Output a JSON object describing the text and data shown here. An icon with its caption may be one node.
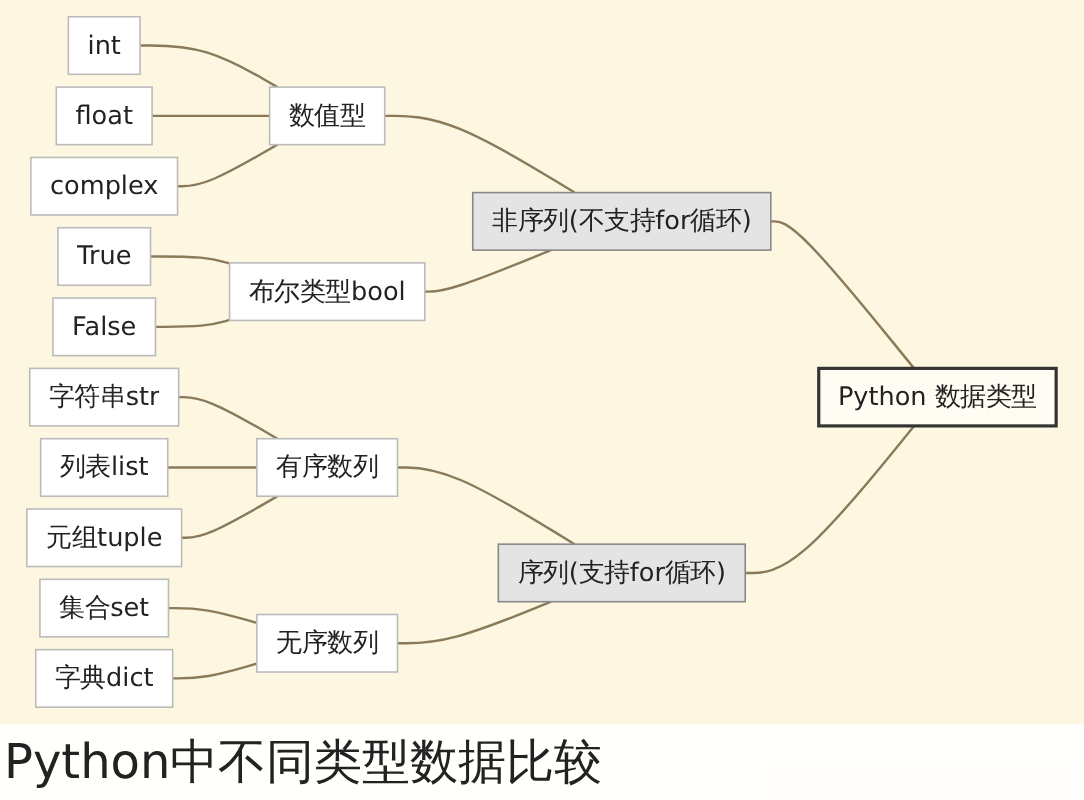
{
  "diagram": {
    "caption": "Python中不同类型数据比较",
    "nodes": [
      {
        "text": [
          "Python 数据类型"
        ]
      },
      {
        "text": [
          "非序列(不支持for循环)"
        ]
      },
      {
        "text": [
          "数值型"
        ]
      },
      {
        "text": [
          "int"
        ]
      },
      {
        "text": [
          "float"
        ]
      },
      {
        "text": [
          "complex"
        ]
      },
      {
        "text": [
          "布尔类型bool"
        ]
      },
      {
        "text": [
          "True"
        ]
      },
      {
        "text": [
          "False"
        ]
      },
      {
        "text": [
          "序列(支持for循环)"
        ]
      },
      {
        "text": [
          "有序数列"
        ]
      },
      {
        "text": [
          "字符串str"
        ]
      },
      {
        "text": [
          "列表list"
        ]
      },
      {
        "text": [
          "元组tuple"
        ]
      },
      {
        "text": [
          "无序数列"
        ]
      },
      {
        "text": [
          "集合set"
        ]
      },
      {
        "text": [
          "字典dict"
        ]
      }
    ],
    "edges": [
      {
        "from": 0,
        "to": 1,
        "arrow": "none"
      },
      {
        "from": 1,
        "to": 2,
        "arrow": "none"
      },
      {
        "from": 2,
        "to": 3,
        "arrow": "none"
      },
      {
        "from": 2,
        "to": 4,
        "arrow": "none"
      },
      {
        "from": 2,
        "to": 5,
        "arrow": "none"
      },
      {
        "from": 1,
        "to": 6,
        "arrow": "none"
      },
      {
        "from": 6,
        "to": 7,
        "arrow": "none"
      },
      {
        "from": 6,
        "to": 8,
        "arrow": "none"
      },
      {
        "from": 0,
        "to": 9,
        "arrow": "none"
      },
      {
        "from": 9,
        "to": 10,
        "arrow": "none"
      },
      {
        "from": 10,
        "to": 11,
        "arrow": "none"
      },
      {
        "from": 10,
        "to": 12,
        "arrow": "none"
      },
      {
        "from": 10,
        "to": 13,
        "arrow": "none"
      },
      {
        "from": 9,
        "to": 14,
        "arrow": "none"
      },
      {
        "from": 14,
        "to": 15,
        "arrow": "none"
      },
      {
        "from": 14,
        "to": 16,
        "arrow": "none"
      }
    ]
  }
}
